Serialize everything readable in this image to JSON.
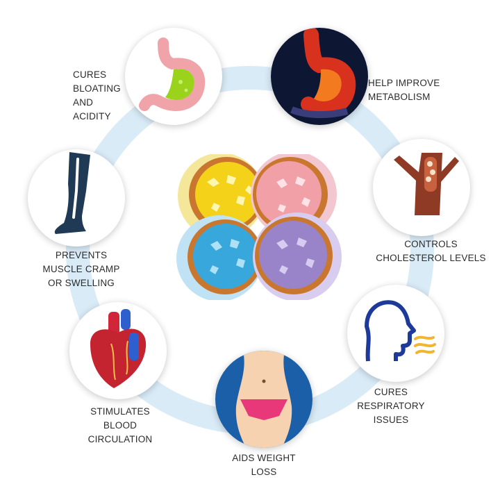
{
  "benefits": [
    {
      "icon": "stomach-icon",
      "label": "CURES\nBLOATING\nAND ACIDITY"
    },
    {
      "icon": "metabolism-stomach-icon",
      "label": "HELP IMPROVE\nMETABOLISM"
    },
    {
      "icon": "blood-vessel-icon",
      "label": "CONTROLS\nCHOLESTEROL LEVELS"
    },
    {
      "icon": "breathing-face-icon",
      "label": "CURES\nRESPIRATORY\nISSUES"
    },
    {
      "icon": "waist-icon",
      "label": "AIDS WEIGHT\nLOSS"
    },
    {
      "icon": "heart-icon",
      "label": "STIMULATES\nBLOOD\nCIRCULATION"
    },
    {
      "icon": "leg-icon",
      "label": "PREVENTS\nMUSCLE CRAMP\nOR SWELLING"
    }
  ],
  "center": {
    "image": "bath-bombs-image"
  },
  "colors": {
    "ring": "#d9ebf7",
    "yellow": "#f4d21a",
    "pink": "#f2a0a8",
    "blue": "#38a8dc",
    "purple": "#9a84c9"
  }
}
